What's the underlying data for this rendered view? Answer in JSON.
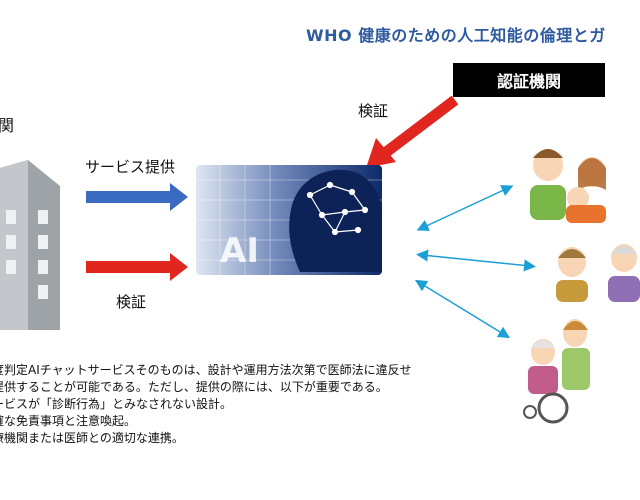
{
  "title": "WHO  健康のための人工知能の倫理とガ",
  "certification_body": "認証機関",
  "left_entity": "関",
  "arrows": {
    "service_label": "サービス提供",
    "verify_label_bottom": "検証",
    "verify_label_top": "検証",
    "service_color": "#3a6bc0",
    "verify_color": "#e0261e"
  },
  "ai_image_text": "AI",
  "notes": [
    "度判定AIチャットサービスそのものは、設計や運用方法次第で医師法に違反せ",
    "提供することが可能である。ただし、提供の際には、以下が重要である。",
    "ービスが「診断行為」とみなされない設計。",
    "確な免責事項と注意喚起。",
    "療機関または医師との適切な連携。"
  ],
  "icons": [
    "building-icon",
    "ai-head-icon",
    "family-icon",
    "elderly-couple-icon",
    "caregiver-icon"
  ]
}
